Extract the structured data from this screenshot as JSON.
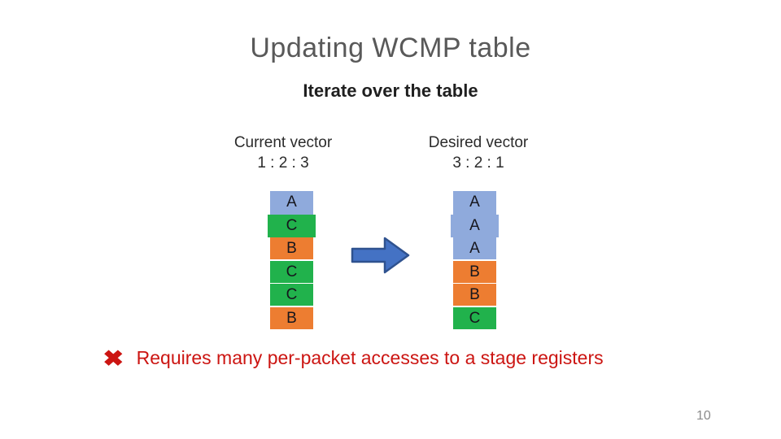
{
  "slide": {
    "title": "Updating WCMP table",
    "subtitle": "Iterate over the table",
    "page_number": "10"
  },
  "vectors": {
    "current": {
      "label": "Current vector",
      "weights": "1 : 2 : 3",
      "cells": [
        {
          "letter": "A"
        },
        {
          "letter": "C",
          "wide": true
        },
        {
          "letter": "B"
        },
        {
          "letter": "C"
        },
        {
          "letter": "C"
        },
        {
          "letter": "B"
        }
      ]
    },
    "desired": {
      "label": "Desired vector",
      "weights": "3 : 2 : 1",
      "cells": [
        {
          "letter": "A"
        },
        {
          "letter": "A",
          "wide": true
        },
        {
          "letter": "A"
        },
        {
          "letter": "B"
        },
        {
          "letter": "B"
        },
        {
          "letter": "C"
        }
      ]
    }
  },
  "legend_colors": {
    "A": "#8FAADC",
    "B": "#ED7D31",
    "C": "#21B24C"
  },
  "arrow": {
    "fill": "#4472C4",
    "stroke": "#2F528F"
  },
  "note": {
    "icon": "✖",
    "text": "Requires many per-packet accesses to a stage registers",
    "color": "#CC1512"
  }
}
